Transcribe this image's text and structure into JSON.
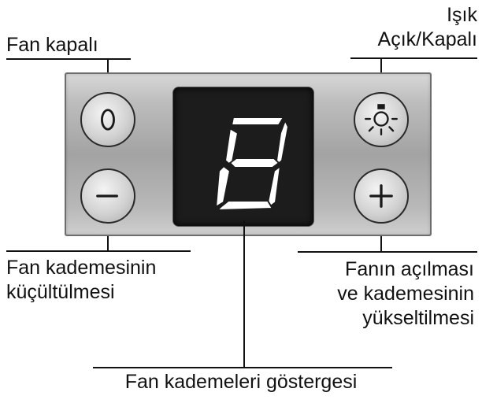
{
  "labels": {
    "fan_off": "Fan kapalı",
    "light_line1": "Işık",
    "light_line2": "Açık/Kapalı",
    "minus_line1": "Fan kademesinin",
    "minus_line2": "küçültülmesi",
    "plus_line1": "Fanın açılması",
    "plus_line2": "ve kademesinin",
    "plus_line3": "yükseltilmesi",
    "display": "Fan kademeleri göstergesi"
  },
  "buttons": {
    "off_symbol": "0",
    "minus_symbol": "−",
    "plus_symbol": "+",
    "light_icon": "light-bulb-icon"
  },
  "display": {
    "digit": "8",
    "segment_color": "#ffffff",
    "background_color": "#1c1c1c"
  }
}
